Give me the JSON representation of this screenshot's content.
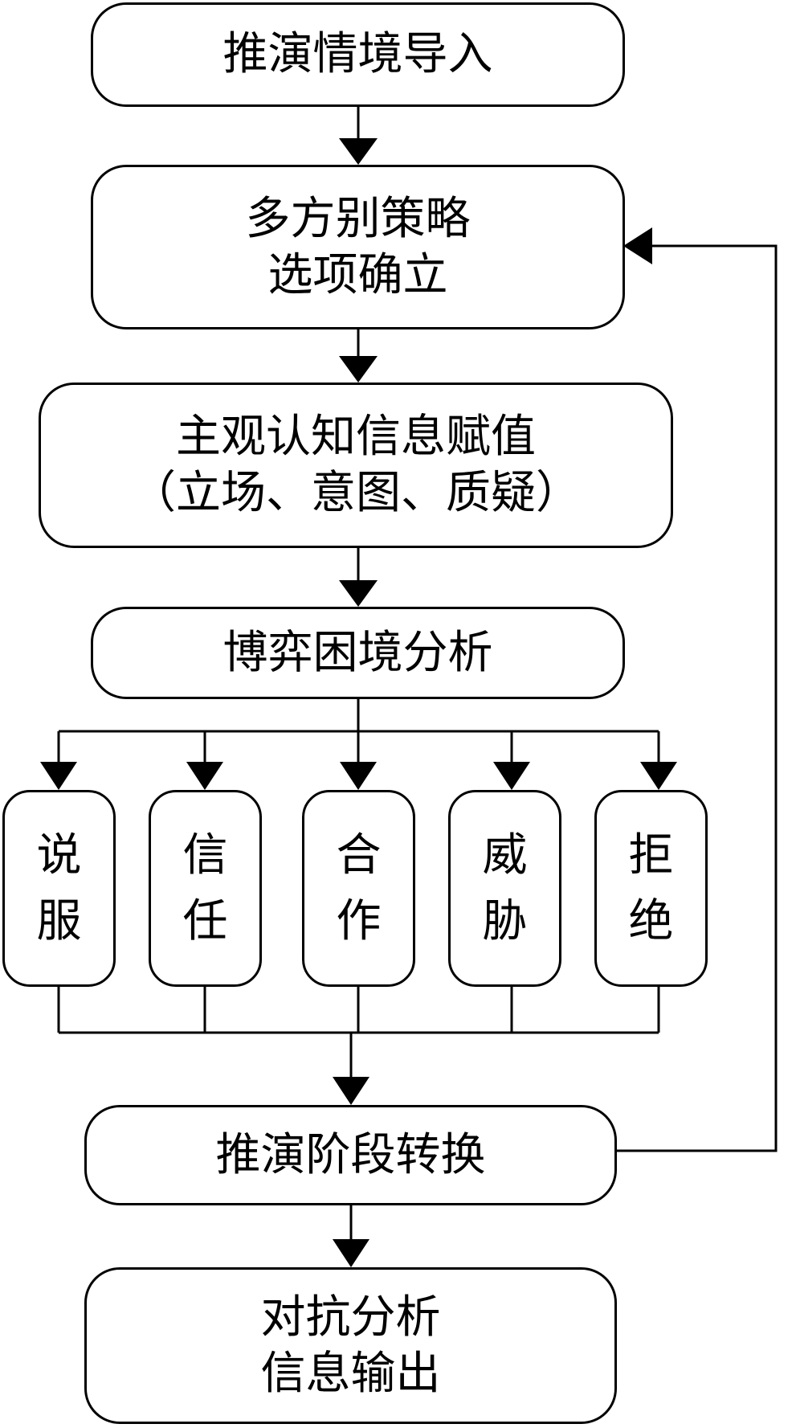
{
  "diagram": {
    "nodes": {
      "intro": {
        "lines": [
          "推演情境导入"
        ]
      },
      "strategy": {
        "lines": [
          "多方别策略",
          "选项确立"
        ]
      },
      "cognition": {
        "lines": [
          "主观认知信息赋值",
          "（立场、意图、质疑）"
        ]
      },
      "dilemma": {
        "lines": [
          "博弈困境分析"
        ]
      },
      "persuade": {
        "lines": [
          "说",
          "服"
        ]
      },
      "trust": {
        "lines": [
          "信",
          "任"
        ]
      },
      "cooperate": {
        "lines": [
          "合",
          "作"
        ]
      },
      "threaten": {
        "lines": [
          "威",
          "胁"
        ]
      },
      "refuse": {
        "lines": [
          "拒",
          "绝"
        ]
      },
      "transition": {
        "lines": [
          "推演阶段转换"
        ]
      },
      "output": {
        "lines": [
          "对抗分析",
          "信息输出"
        ]
      }
    }
  }
}
